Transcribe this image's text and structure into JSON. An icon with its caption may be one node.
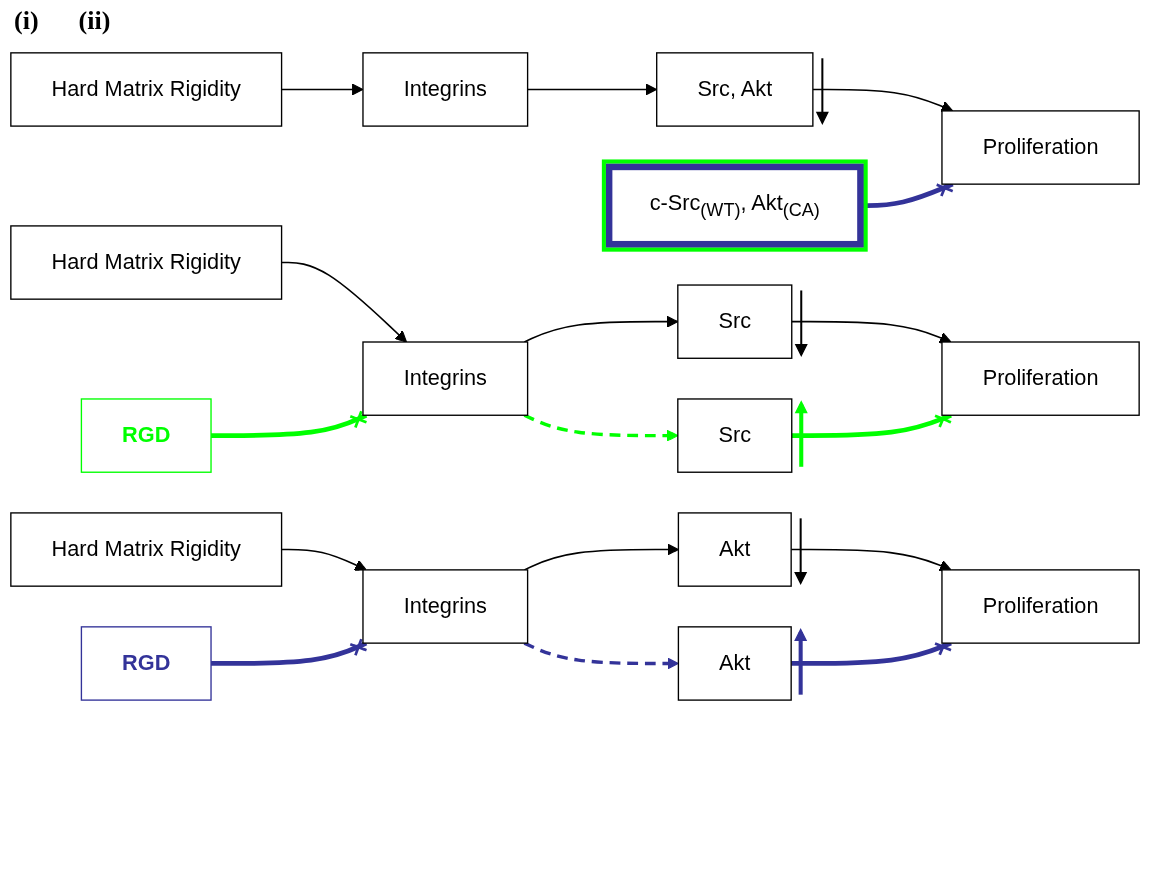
{
  "diagram": {
    "nodes": [
      {
        "text": [
          "Hard Matrix Rigidity"
        ]
      },
      {
        "text": [
          "Integrins"
        ]
      },
      {
        "text": [
          "Src, Akt"
        ]
      },
      {
        "text": [
          "Proliferation"
        ]
      },
      {
        "text": [
          "c-Src$_{(WT)}$, Akt$_{(CA)}$"
        ]
      },
      {
        "text": [
          "Hard Matrix Rigidity"
        ]
      },
      {
        "text": [
          "Integrins"
        ]
      },
      {
        "text": [
          "Src"
        ]
      },
      {
        "text": [
          "Proliferation"
        ]
      },
      {
        "text": [
          "RGD"
        ]
      },
      {
        "text": [
          "Src"
        ]
      },
      {
        "text": [
          "Hard Matrix Rigidity"
        ]
      },
      {
        "text": [
          "Integrins"
        ]
      },
      {
        "text": [
          "Akt"
        ]
      },
      {
        "text": [
          "Proliferation"
        ]
      },
      {
        "text": [
          "RGD"
        ]
      },
      {
        "text": [
          "Akt"
        ]
      }
    ],
    "edges": [
      {
        "from": 0,
        "to": 1,
        "arrow": "to"
      },
      {
        "from": 1,
        "to": 2,
        "arrow": "to"
      },
      {
        "from": 2,
        "to": 3,
        "arrow": "to"
      },
      {
        "from": 4,
        "to": 3,
        "arrow": "other",
        "style": "thick",
        "color": "#333399"
      },
      {
        "from": 5,
        "to": 6,
        "arrow": "to"
      },
      {
        "from": 6,
        "to": 7,
        "arrow": "to"
      },
      {
        "from": 7,
        "to": 8,
        "arrow": "to"
      },
      {
        "from": 9,
        "to": 6,
        "arrow": "other",
        "style": "thick",
        "color": "#00ff00"
      },
      {
        "from": 6,
        "to": 10,
        "arrow": "to",
        "style": "dashed",
        "color": "#00ff00"
      },
      {
        "from": 10,
        "to": 8,
        "arrow": "other",
        "style": "thick",
        "color": "#00ff00"
      },
      {
        "from": 11,
        "to": 12,
        "arrow": "to"
      },
      {
        "from": 12,
        "to": 13,
        "arrow": "to"
      },
      {
        "from": 13,
        "to": 14,
        "arrow": "to"
      },
      {
        "from": 15,
        "to": 12,
        "arrow": "other",
        "style": "thick",
        "color": "#333399"
      },
      {
        "from": 12,
        "to": 16,
        "arrow": "to",
        "style": "dashed",
        "color": "#333399"
      },
      {
        "from": 16,
        "to": 14,
        "arrow": "other",
        "style": "thick",
        "color": "#333399"
      }
    ],
    "labels": [
      "(i)",
      "(ii)"
    ]
  }
}
